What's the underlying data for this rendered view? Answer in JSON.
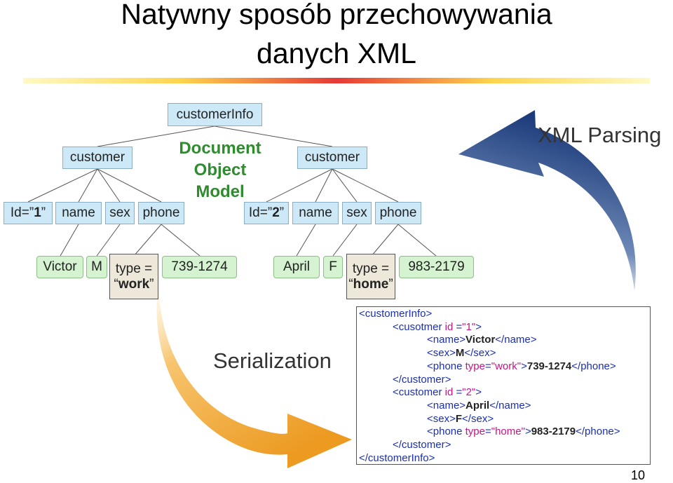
{
  "title": {
    "line1": "Natywny sposób przechowywania",
    "line2": "danych XML"
  },
  "dom_label": [
    "Document",
    "Object",
    "Model"
  ],
  "labels": {
    "parsing": "XML Parsing",
    "serialization": "Serialization"
  },
  "tree": {
    "root": "customerInfo",
    "customers": [
      {
        "label": "customer",
        "id_prefix": "Id=”",
        "id_value": "1",
        "id_suffix": "”",
        "name_label": "name",
        "sex_label": "sex",
        "phone_label": "phone",
        "name": "Victor",
        "sex": "M",
        "type_line1": "type =",
        "type_open": "“",
        "type_value": "work",
        "type_close": "”",
        "phone": "739-1274"
      },
      {
        "label": "customer",
        "id_prefix": "Id=”",
        "id_value": "2",
        "id_suffix": "”",
        "name_label": "name",
        "sex_label": "sex",
        "phone_label": "phone",
        "name": "April",
        "sex": "F",
        "type_line1": "type =",
        "type_open": "“",
        "type_value": "home",
        "type_close": "”",
        "phone": "983-2179"
      }
    ]
  },
  "xml": {
    "root_open": "<customerInfo>",
    "root_close": "</customerInfo>",
    "c1": {
      "open_tag": "<cusotmer ",
      "attr": "id",
      "eq": " =",
      "attr_val": "\"1\"",
      "gt": ">",
      "name_open": "<name>",
      "name": "Victor",
      "name_close": "</name>",
      "sex_open": "<sex>",
      "sex": "M",
      "sex_close": "</sex>",
      "phone_open": "<phone ",
      "phone_attr": "type",
      "phone_eq": "=",
      "phone_attr_val": "\"work\"",
      "phone_gt": ">",
      "phone": "739-1274",
      "phone_close": "</phone>",
      "close": "</customer>"
    },
    "c2": {
      "open_tag": "<customer ",
      "attr": "id",
      "eq": " =",
      "attr_val": "\"2\"",
      "gt": ">",
      "name_open": "<name>",
      "name": "April",
      "name_close": "</name>",
      "sex_open": "<sex>",
      "sex": "F",
      "sex_close": "</sex>",
      "phone_open": "<phone ",
      "phone_attr": "type",
      "phone_eq": "=",
      "phone_attr_val": "\"home\"",
      "phone_gt": ">",
      "phone": "983-2179",
      "phone_close": "</phone>",
      "close": "</customer>"
    }
  },
  "page_number": "10",
  "colors": {
    "node_blue": "#cde8f6",
    "node_green": "#d5f2d1",
    "node_tan": "#ede8da",
    "dom_green": "#2e8b2e",
    "xml_tag": "#1b2fb0",
    "xml_attr": "#c71585",
    "arrow_navy": "#1c3b7a",
    "arrow_orange": "#f0a22e"
  }
}
